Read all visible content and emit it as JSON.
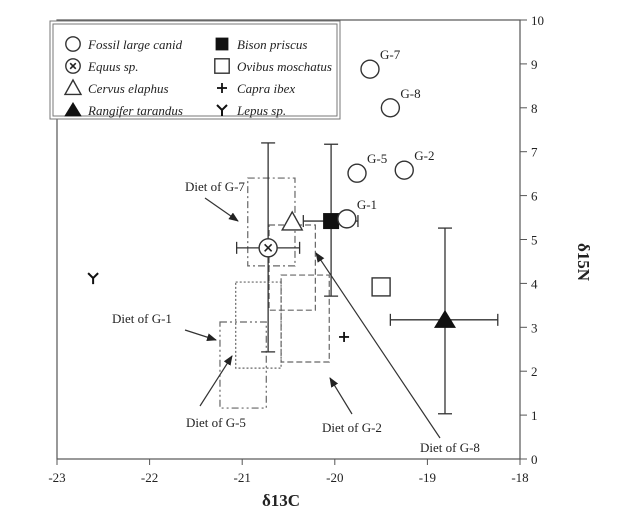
{
  "chart_data": {
    "type": "scatter",
    "xlabel": "δ13C",
    "ylabel": "δ15N",
    "xlim": [
      -23,
      -18
    ],
    "ylim": [
      0,
      10
    ],
    "xticks": [
      -23,
      -22,
      -21,
      -20,
      -19,
      -18
    ],
    "yticks": [
      0,
      1,
      2,
      3,
      4,
      5,
      6,
      7,
      8,
      9,
      10
    ],
    "xtick_labels": [
      "-23",
      "-22",
      "-21",
      "-20",
      "-19",
      "-18"
    ],
    "ytick_labels": [
      "0",
      "1",
      "2",
      "3",
      "4",
      "5",
      "6",
      "7",
      "8",
      "9",
      "10"
    ],
    "grid": false,
    "legend_position": "top-left",
    "legend": [
      {
        "marker": "open-circle",
        "label": "Fossil large canid"
      },
      {
        "marker": "circle-x",
        "label": "Equus sp."
      },
      {
        "marker": "open-triangle",
        "label": "Cervus elaphus"
      },
      {
        "marker": "filled-triangle",
        "label": "Rangifer tarandus"
      },
      {
        "marker": "filled-square",
        "label": "Bison priscus"
      },
      {
        "marker": "open-square",
        "label": "Ovibus moschatus"
      },
      {
        "marker": "plus",
        "label": "Capra ibex"
      },
      {
        "marker": "Y",
        "label": "Lepus sp."
      }
    ],
    "canids": [
      {
        "label": "G-7",
        "x": -19.62,
        "y": 8.88
      },
      {
        "label": "G-8",
        "x": -19.4,
        "y": 8.0
      },
      {
        "label": "G-5",
        "x": -19.76,
        "y": 6.51
      },
      {
        "label": "G-2",
        "x": -19.25,
        "y": 6.58
      },
      {
        "label": "G-1",
        "x": -19.87,
        "y": 5.47
      }
    ],
    "prey": [
      {
        "species": "Equus sp.",
        "marker": "circle-x",
        "x": -20.72,
        "y": 4.81,
        "xerr": [
          -21.06,
          -20.38
        ],
        "yerr": [
          2.44,
          7.2
        ]
      },
      {
        "species": "Cervus elaphus",
        "marker": "open-triangle",
        "x": -20.46,
        "y": 5.4
      },
      {
        "species": "Bison priscus",
        "marker": "filled-square",
        "x": -20.04,
        "y": 5.42,
        "xerr": [
          -20.34,
          -19.75
        ],
        "yerr": [
          3.71,
          7.17
        ]
      },
      {
        "species": "Ovibus moschatus",
        "marker": "open-square",
        "x": -19.5,
        "y": 3.92
      },
      {
        "species": "Rangifer tarandus",
        "marker": "filled-triangle",
        "x": -18.81,
        "y": 3.17,
        "xerr": [
          -19.4,
          -18.24
        ],
        "yerr": [
          1.03,
          5.26
        ]
      },
      {
        "species": "Capra ibex",
        "marker": "plus",
        "x": -19.9,
        "y": 2.78
      },
      {
        "species": "Lepus sp.",
        "marker": "Y",
        "x": -22.61,
        "y": 4.12
      }
    ],
    "diet_boxes": [
      {
        "label": "Diet of G-7",
        "style": "dash-dot",
        "x": [
          -20.94,
          -20.43
        ],
        "y": [
          4.4,
          6.4
        ]
      },
      {
        "label": "Diet of G-8",
        "style": "dashed",
        "x": [
          -20.71,
          -20.21
        ],
        "y": [
          3.39,
          5.33
        ]
      },
      {
        "label": "Diet of G-2",
        "style": "dashed",
        "x": [
          -20.58,
          -20.06
        ],
        "y": [
          2.21,
          4.19
        ]
      },
      {
        "label": "Diet of G-5",
        "style": "dotted",
        "x": [
          -21.07,
          -20.58
        ],
        "y": [
          2.07,
          4.03
        ]
      },
      {
        "label": "Diet of G-1",
        "style": "dash-dot-dot",
        "x": [
          -21.24,
          -20.74
        ],
        "y": [
          1.16,
          3.12
        ]
      }
    ]
  }
}
